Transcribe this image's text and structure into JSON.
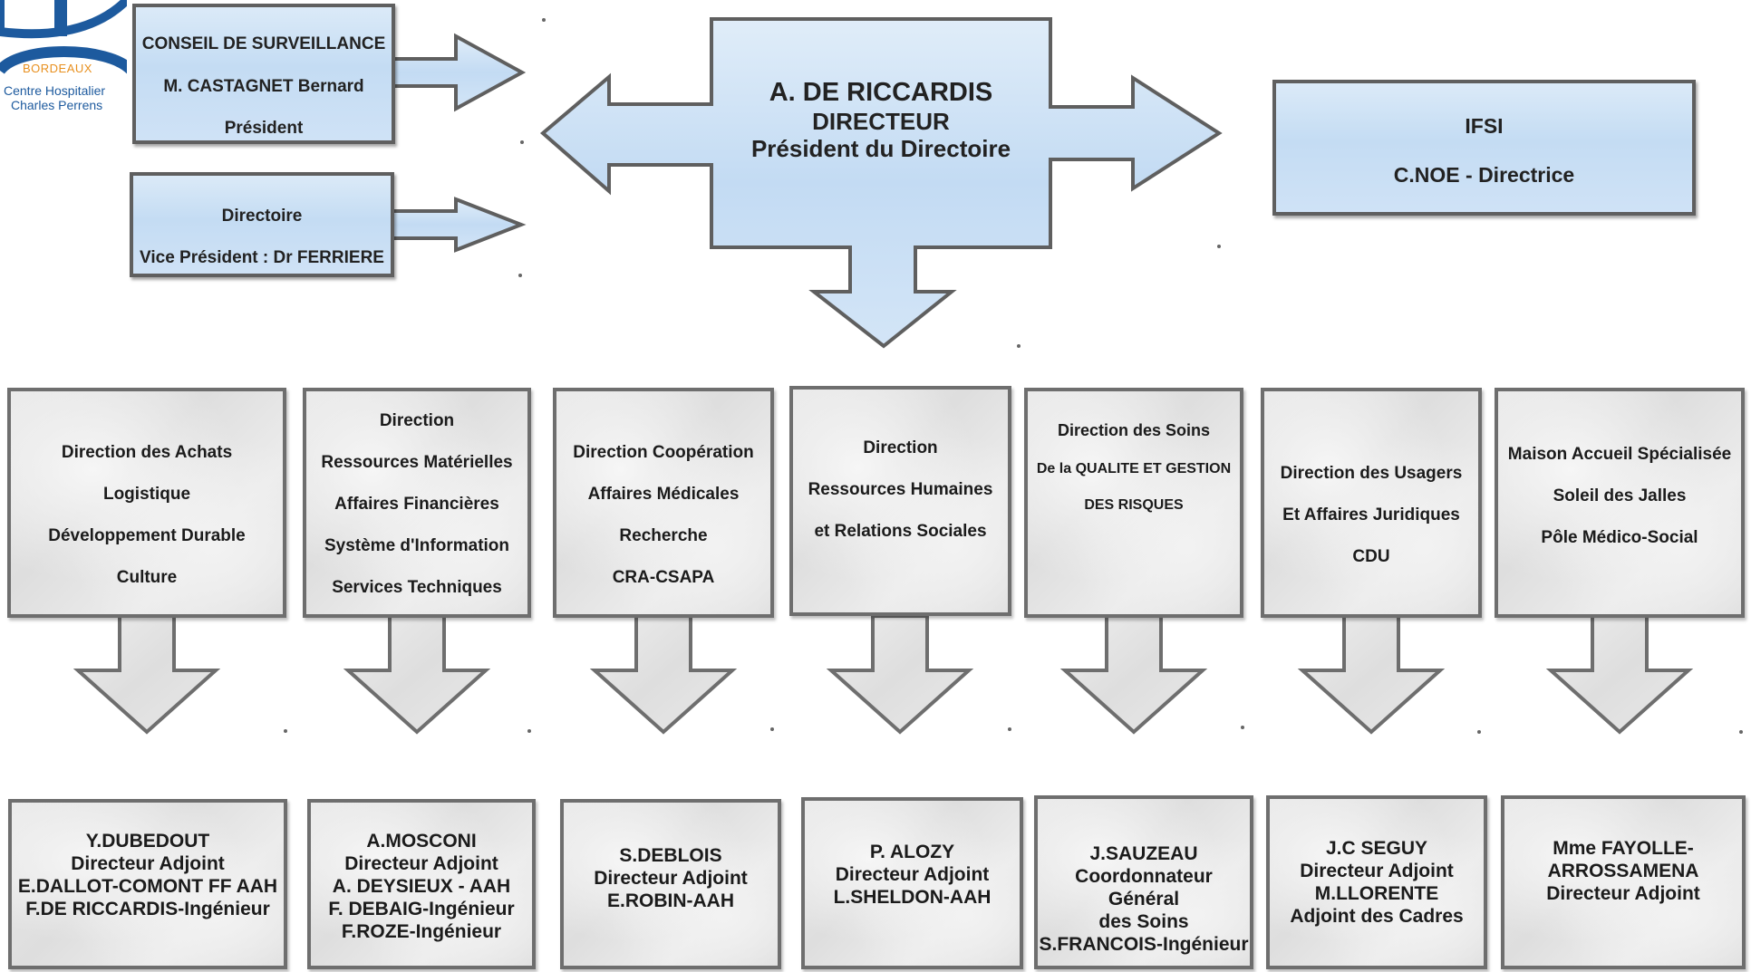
{
  "logo": {
    "city": "BORDEAUX",
    "line1": "Centre Hospitalier",
    "line2": "Charles Perrens",
    "colors": {
      "blue": "#1d5a9e",
      "orange": "#e8901f"
    }
  },
  "conseil": {
    "lines": [
      "CONSEIL DE SURVEILLANCE",
      "M. CASTAGNET Bernard",
      "Président"
    ]
  },
  "directoire": {
    "lines": [
      "Directoire",
      "Vice Président : Dr FERRIERE"
    ]
  },
  "director": {
    "lines": [
      "A. DE RICCARDIS",
      "DIRECTEUR",
      "Président du Directoire"
    ]
  },
  "ifsi": {
    "lines": [
      "IFSI",
      "C.NOE - Directrice"
    ]
  },
  "departments": [
    {
      "lines": [
        "Direction des Achats",
        "Logistique",
        "Développement Durable",
        "Culture"
      ]
    },
    {
      "lines": [
        "Direction",
        "Ressources Matérielles",
        "Affaires Financières",
        "Système d'Information",
        "Services Techniques"
      ]
    },
    {
      "lines": [
        "Direction Coopération",
        "Affaires Médicales",
        "Recherche",
        "CRA-CSAPA"
      ]
    },
    {
      "lines": [
        "Direction",
        "Ressources Humaines",
        "et Relations Sociales"
      ]
    },
    {
      "lines": [
        "Direction des Soins",
        "De la QUALITE ET GESTION",
        "DES RISQUES"
      ]
    },
    {
      "lines": [
        "Direction des Usagers",
        "Et Affaires Juridiques",
        "CDU"
      ]
    },
    {
      "lines": [
        "Maison Accueil Spécialisée",
        "Soleil des Jalles",
        "Pôle Médico-Social"
      ]
    }
  ],
  "heads": [
    {
      "lines": [
        "Y.DUBEDOUT",
        "Directeur Adjoint",
        "E.DALLOT-COMONT FF AAH",
        "F.DE RICCARDIS-Ingénieur"
      ]
    },
    {
      "lines": [
        "A.MOSCONI",
        "Directeur Adjoint",
        "A. DEYSIEUX - AAH",
        "F. DEBAIG-Ingénieur",
        "F.ROZE-Ingénieur"
      ]
    },
    {
      "lines": [
        "S.DEBLOIS",
        "Directeur Adjoint",
        "E.ROBIN-AAH"
      ]
    },
    {
      "lines": [
        "P. ALOZY",
        "Directeur Adjoint",
        "L.SHELDON-AAH"
      ]
    },
    {
      "lines": [
        "J.SAUZEAU",
        "Coordonnateur",
        "Général",
        "des Soins",
        "S.FRANCOIS-Ingénieur"
      ]
    },
    {
      "lines": [
        "J.C SEGUY",
        "Directeur Adjoint",
        "M.LLORENTE",
        "Adjoint des Cadres"
      ]
    },
    {
      "lines": [
        "Mme FAYOLLE-",
        "ARROSSAMENA",
        "Directeur Adjoint"
      ]
    }
  ]
}
